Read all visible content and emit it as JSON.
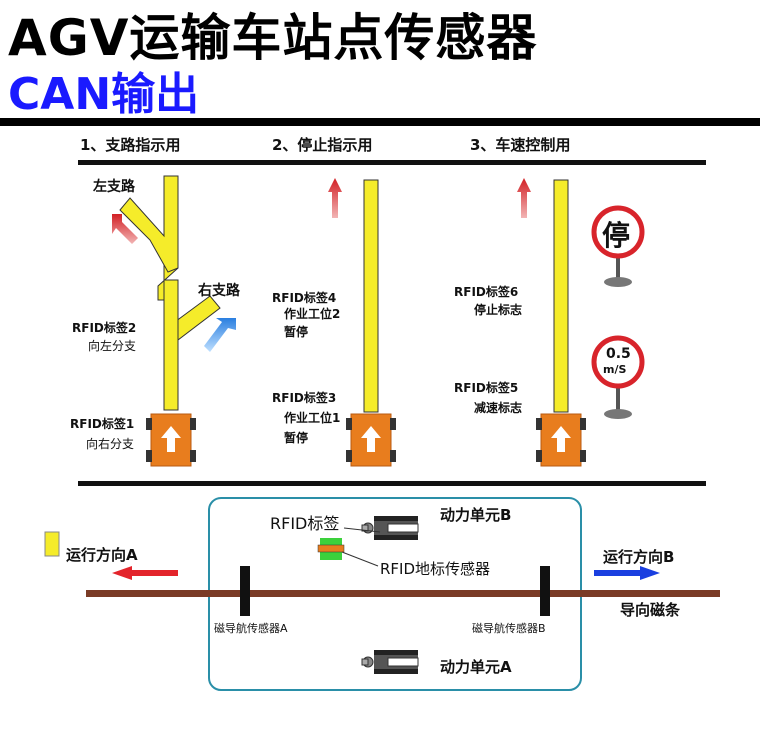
{
  "title": "AGV运输车站点传感器",
  "subtitle": "CAN输出",
  "sections": [
    {
      "heading": "1、支路指示用"
    },
    {
      "heading": "2、停止指示用"
    },
    {
      "heading": "3、车速控制用"
    }
  ],
  "panel1": {
    "left_branch": "左支路",
    "right_branch": "右支路",
    "tag2_line1": "RFID标签2",
    "tag2_line2": "向左分支",
    "tag1_line1": "RFID标签1",
    "tag1_line2": "向右分支"
  },
  "panel2": {
    "tag4_line1": "RFID标签4",
    "tag4_line2": "作业工位2",
    "tag4_line3": "暂停",
    "tag3_line1": "RFID标签3",
    "tag3_line2": "作业工位1",
    "tag3_line3": "暂停"
  },
  "panel3": {
    "tag6_line1": "RFID标签6",
    "tag6_line2": "停止标志",
    "tag5_line1": "RFID标签5",
    "tag5_line2": "减速标志",
    "stop_sign_text": "停",
    "speed_sign_value": "0.5",
    "speed_sign_unit": "m/S"
  },
  "vehicle": {
    "rfid_tag": "RFID标签",
    "power_unit_b": "动力单元B",
    "power_unit_a": "动力单元A",
    "rfid_sensor": "RFID地标传感器",
    "dir_a": "运行方向A",
    "dir_b": "运行方向B",
    "sensor_a": "磁导航传感器A",
    "sensor_b": "磁导航传感器B",
    "guide_strip": "导向磁条"
  },
  "colors": {
    "track_yellow": "#f5ec2a",
    "cart_orange": "#e87d1e",
    "arrow_red": "#e3242b",
    "arrow_blue": "#1a3fe0",
    "strip_brown": "#7a3b26",
    "vehicle_border": "#2a8fa8",
    "sensor_green": "#3cd13c"
  }
}
